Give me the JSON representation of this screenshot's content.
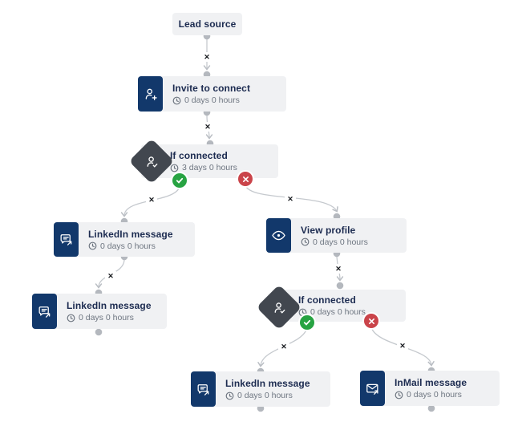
{
  "colors": {
    "navy": "#12386b",
    "diamond": "#42474f",
    "card": "#f0f1f3",
    "title": "#1c2b50",
    "sub": "#6e7681",
    "line": "#c5c9ce",
    "dot": "#b4b8be",
    "green": "#27a342",
    "red": "#ca444a",
    "xmark": "#15181c",
    "bg": "#ffffff"
  },
  "glyphs": {
    "edge_delete": "✕"
  },
  "nodes": [
    {
      "id": "lead-source",
      "title": "Lead source"
    },
    {
      "id": "invite-to-connect",
      "title": "Invite to connect",
      "delay": "0 days 0 hours",
      "icon": "user-plus-icon"
    },
    {
      "id": "if-connected-1",
      "title": "If connected",
      "delay": "3 days 0 hours",
      "icon": "user-check-icon",
      "yes_port": "check-circle-green",
      "no_port": "x-circle-red"
    },
    {
      "id": "linkedin-message-1",
      "title": "LinkedIn message",
      "delay": "0 days 0 hours",
      "icon": "chat-bubble-send-icon"
    },
    {
      "id": "linkedin-message-2",
      "title": "LinkedIn message",
      "delay": "0 days 0 hours",
      "icon": "chat-bubble-send-icon"
    },
    {
      "id": "view-profile",
      "title": "View profile",
      "delay": "0 days 0 hours",
      "icon": "eye-icon"
    },
    {
      "id": "if-connected-2",
      "title": "If connected",
      "delay": "0 days 0 hours",
      "icon": "user-check-icon",
      "yes_port": "check-circle-green",
      "no_port": "x-circle-red"
    },
    {
      "id": "linkedin-message-3",
      "title": "LinkedIn message",
      "delay": "0 days 0 hours",
      "icon": "chat-bubble-send-icon"
    },
    {
      "id": "inmail-message",
      "title": "InMail message",
      "delay": "0 days 0 hours",
      "icon": "mail-send-icon"
    }
  ]
}
